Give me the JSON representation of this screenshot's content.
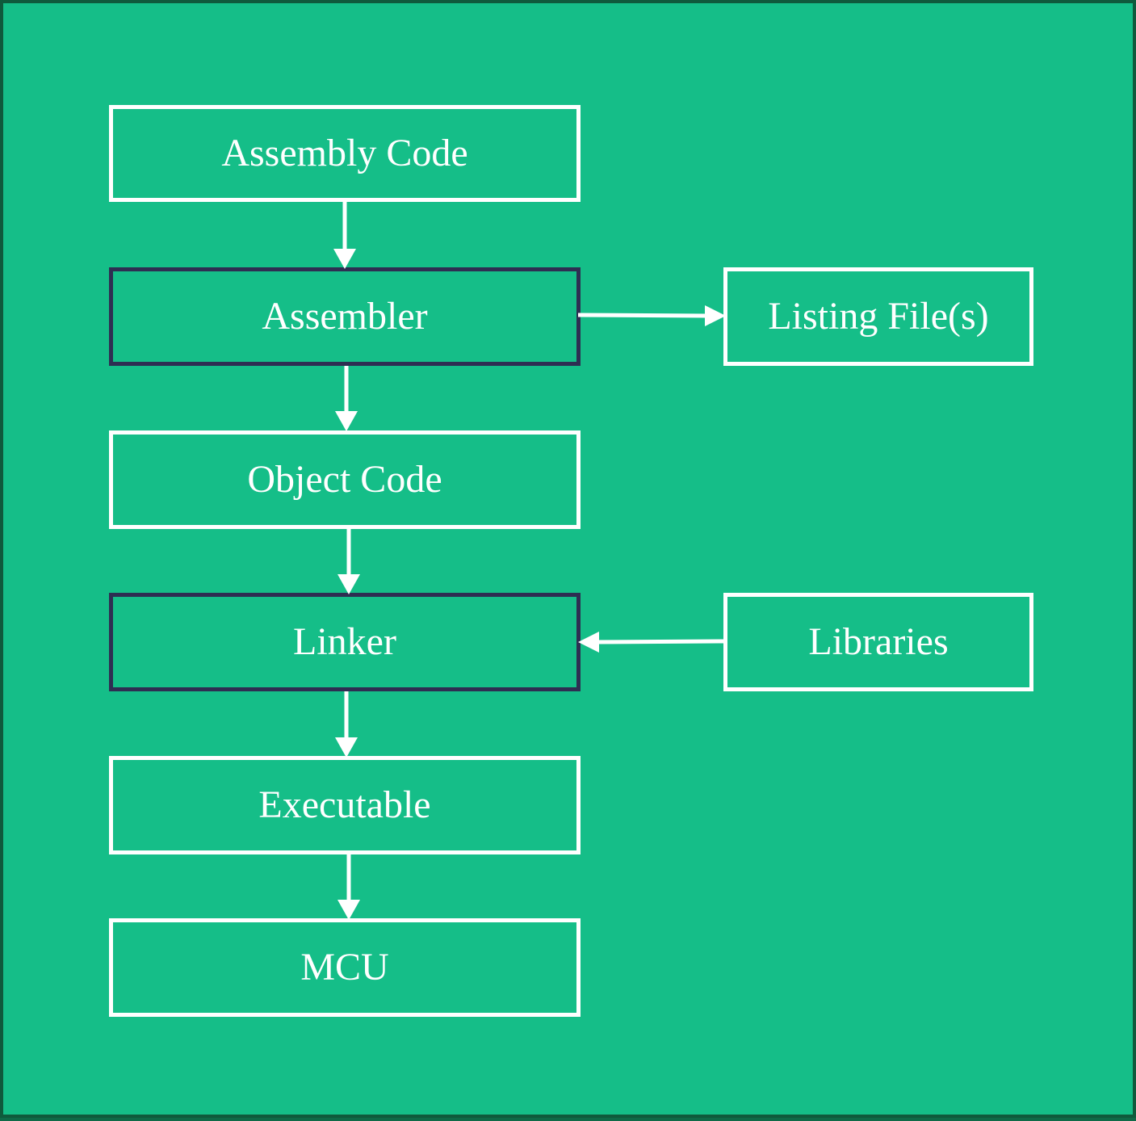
{
  "colors": {
    "background": "#15be88",
    "frame": "#0f5a3c",
    "box_border": "#ffffff",
    "process_border": "#2e2e52",
    "text": "#ffffff",
    "arrow": "#ffffff"
  },
  "nodes": {
    "assembly_code": "Assembly Code",
    "assembler": "Assembler",
    "listing_files": "Listing File(s)",
    "object_code": "Object Code",
    "linker": "Linker",
    "libraries": "Libraries",
    "executable": "Executable",
    "mcu": "MCU"
  },
  "edges": [
    {
      "from": "assembly_code",
      "to": "assembler"
    },
    {
      "from": "assembler",
      "to": "listing_files"
    },
    {
      "from": "assembler",
      "to": "object_code"
    },
    {
      "from": "object_code",
      "to": "linker"
    },
    {
      "from": "libraries",
      "to": "linker"
    },
    {
      "from": "linker",
      "to": "executable"
    },
    {
      "from": "executable",
      "to": "mcu"
    }
  ]
}
